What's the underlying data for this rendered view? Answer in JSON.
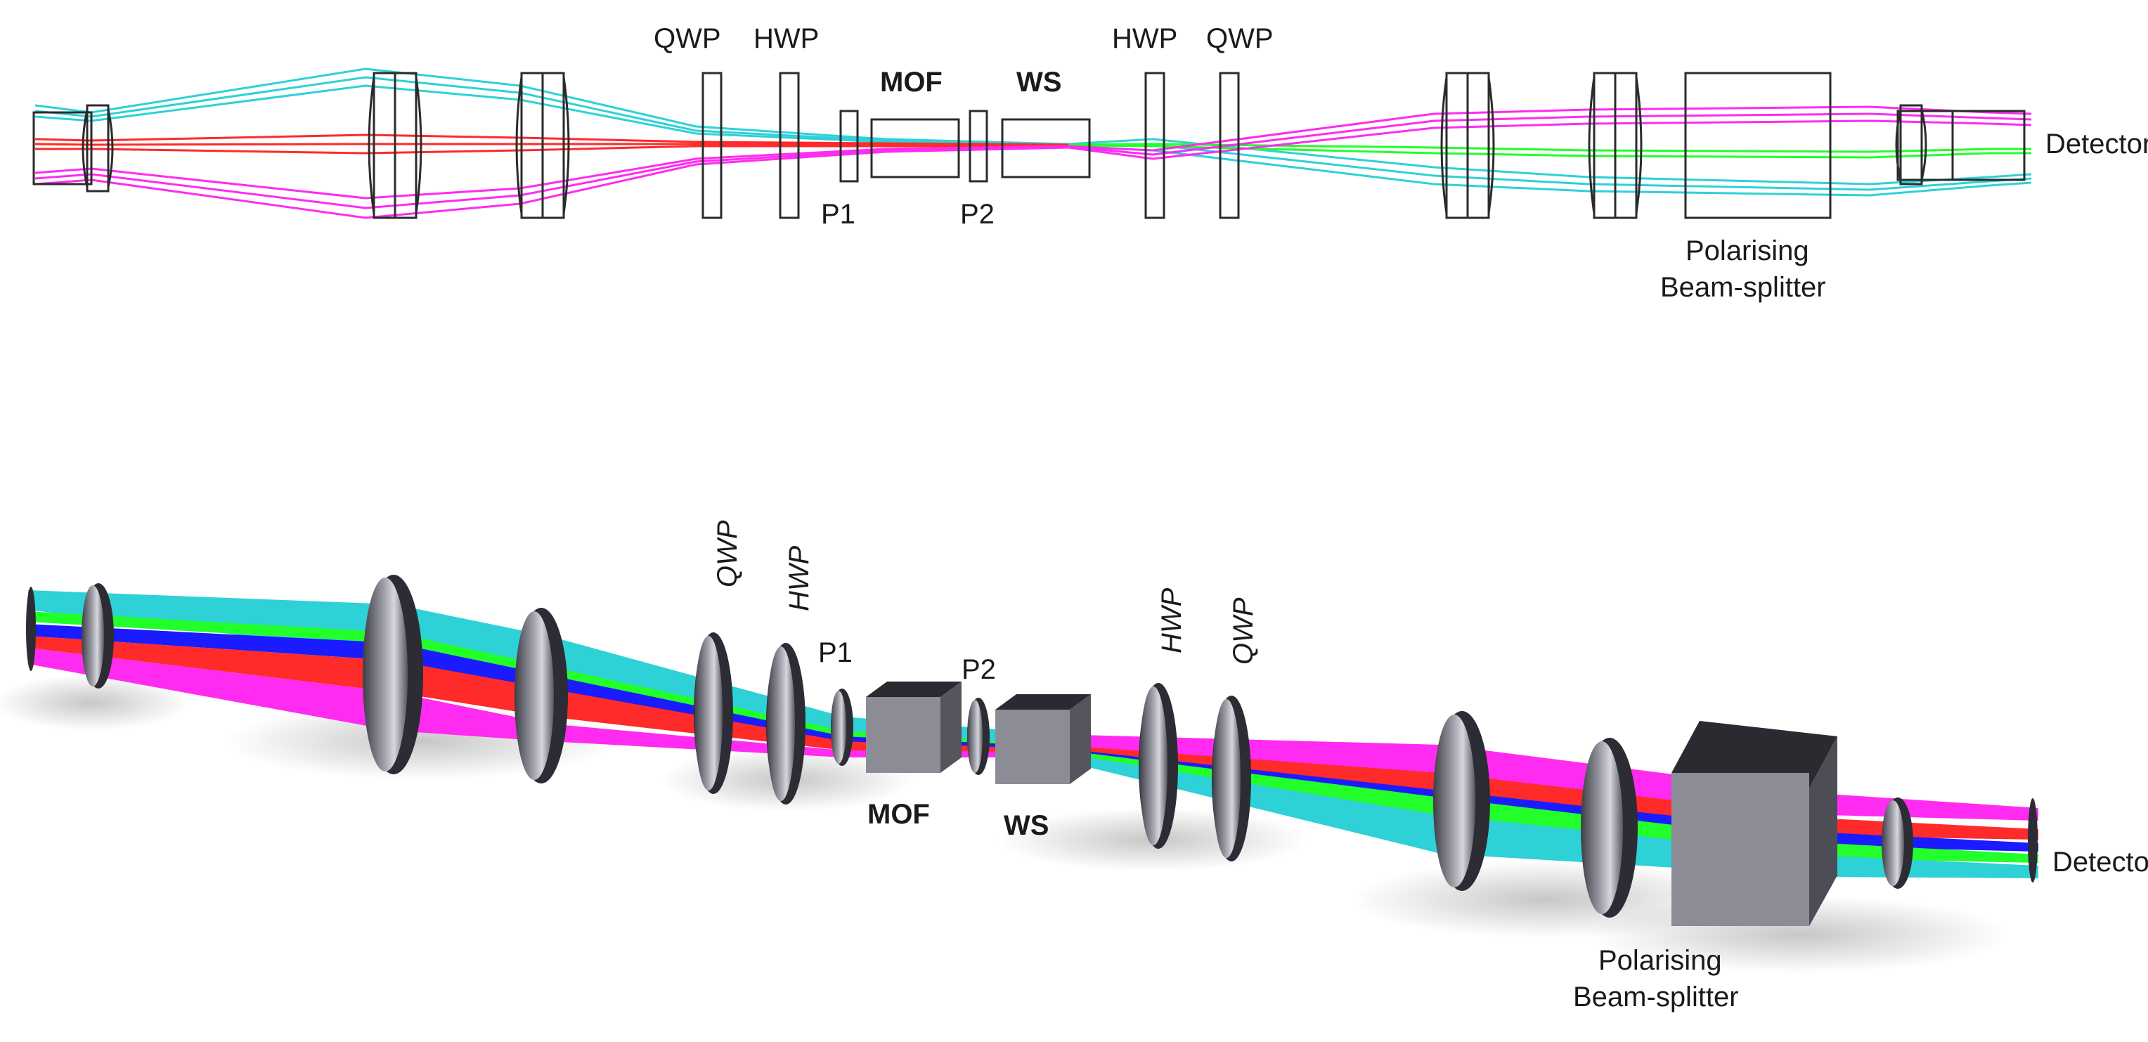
{
  "top_diagram": {
    "labels": {
      "qwp_left": "QWP",
      "hwp_left": "HWP",
      "mof": "MOF",
      "ws": "WS",
      "hwp_right": "HWP",
      "qwp_right": "QWP",
      "p1": "P1",
      "p2": "P2",
      "detector": "Detector",
      "pbs_line1": "Polarising",
      "pbs_line2": "Beam-splitter"
    }
  },
  "bottom_diagram": {
    "labels": {
      "qwp_left": "QWP",
      "hwp_left": "HWP",
      "p1": "P1",
      "p2": "P2",
      "hwp_right": "HWP",
      "qwp_right": "QWP",
      "mof": "MOF",
      "ws": "WS",
      "detector": "Detector",
      "pbs_line1": "Polarising",
      "pbs_line2": "Beam-splitter"
    }
  },
  "colors": {
    "ray_cyan": "#2ed1d6",
    "ray_red": "#ff2a2a",
    "ray_magenta": "#ff2bf0",
    "ray_green": "#22ff2a",
    "ray_blue": "#1b1bff",
    "lens_body": "#6f6f78",
    "lens_edge": "#2c2c34",
    "cube_face": "#8c8c96",
    "cube_top": "#2a2a30"
  }
}
